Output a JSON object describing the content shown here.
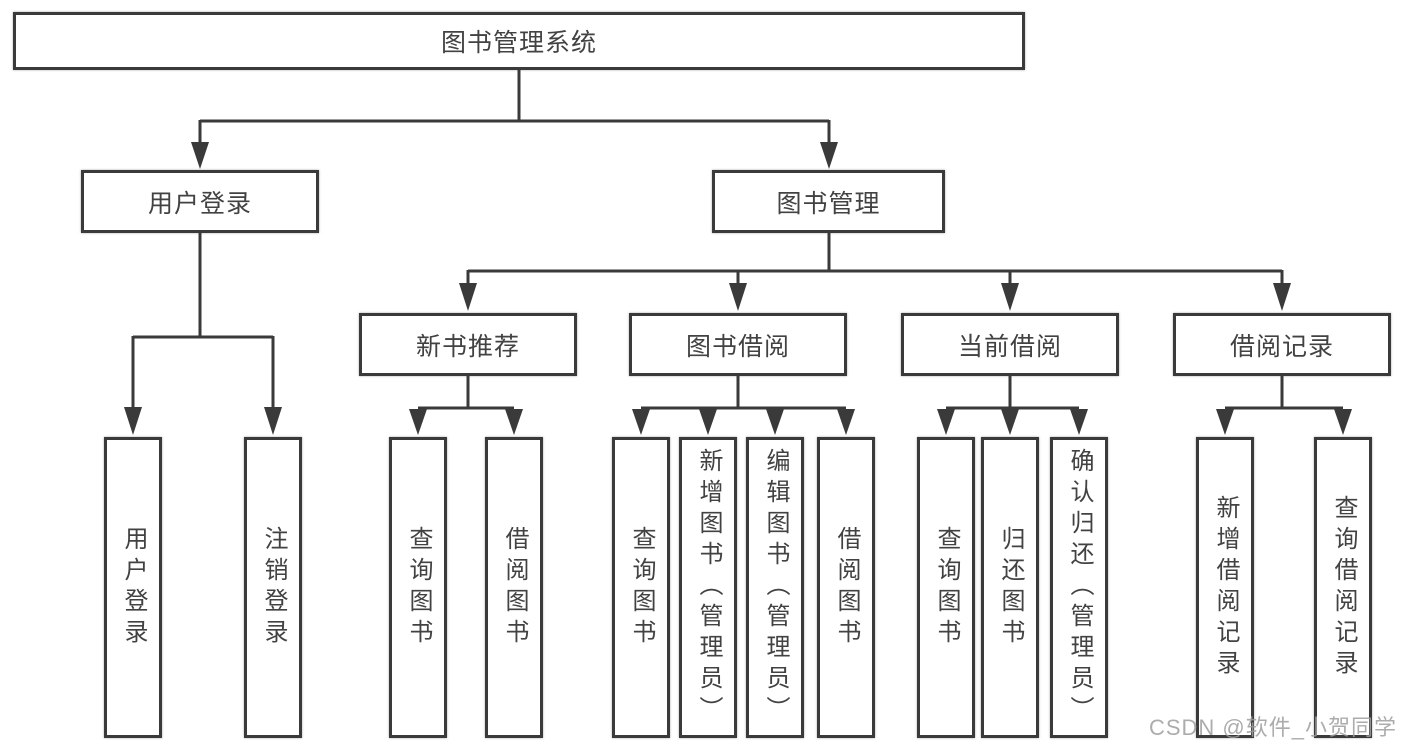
{
  "nodes": {
    "root": "图书管理系统",
    "user_login": "用户登录",
    "book_mgmt": "图书管理",
    "new_books": "新书推荐",
    "book_borrow": "图书借阅",
    "current_borrow": "当前借阅",
    "borrow_records": "借阅记录",
    "leaf_user_login": "用户登录",
    "leaf_logout": "注销登录",
    "leaf_query_books_1": "查询图书",
    "leaf_borrow_books_1": "借阅图书",
    "leaf_query_books_2": "查询图书",
    "leaf_add_book": "新增图书（管理员）",
    "leaf_edit_book": "编辑图书（管理员）",
    "leaf_borrow_books_2": "借阅图书",
    "leaf_query_books_3": "查询图书",
    "leaf_return_book": "归还图书",
    "leaf_confirm_return": "确认归还（管理员）",
    "leaf_add_record": "新增借阅记录",
    "leaf_query_record": "查询借阅记录"
  },
  "hierarchy": {
    "图书管理系统": [
      "用户登录",
      "图书管理"
    ],
    "用户登录": [
      "用户登录",
      "注销登录"
    ],
    "图书管理": [
      "新书推荐",
      "图书借阅",
      "当前借阅",
      "借阅记录"
    ],
    "新书推荐": [
      "查询图书",
      "借阅图书"
    ],
    "图书借阅": [
      "查询图书",
      "新增图书（管理员）",
      "编辑图书（管理员）",
      "借阅图书"
    ],
    "当前借阅": [
      "查询图书",
      "归还图书",
      "确认归还（管理员）"
    ],
    "借阅记录": [
      "新增借阅记录",
      "查询借阅记录"
    ]
  },
  "watermark": {
    "text": "CSDN @软件_小贺同学",
    "color": "#9e9e9e"
  },
  "colors": {
    "line": "#3a3a3a",
    "border": "#3a3a3a",
    "text": "#424242",
    "background": "#ffffff",
    "box_fill": "#ffffff"
  }
}
